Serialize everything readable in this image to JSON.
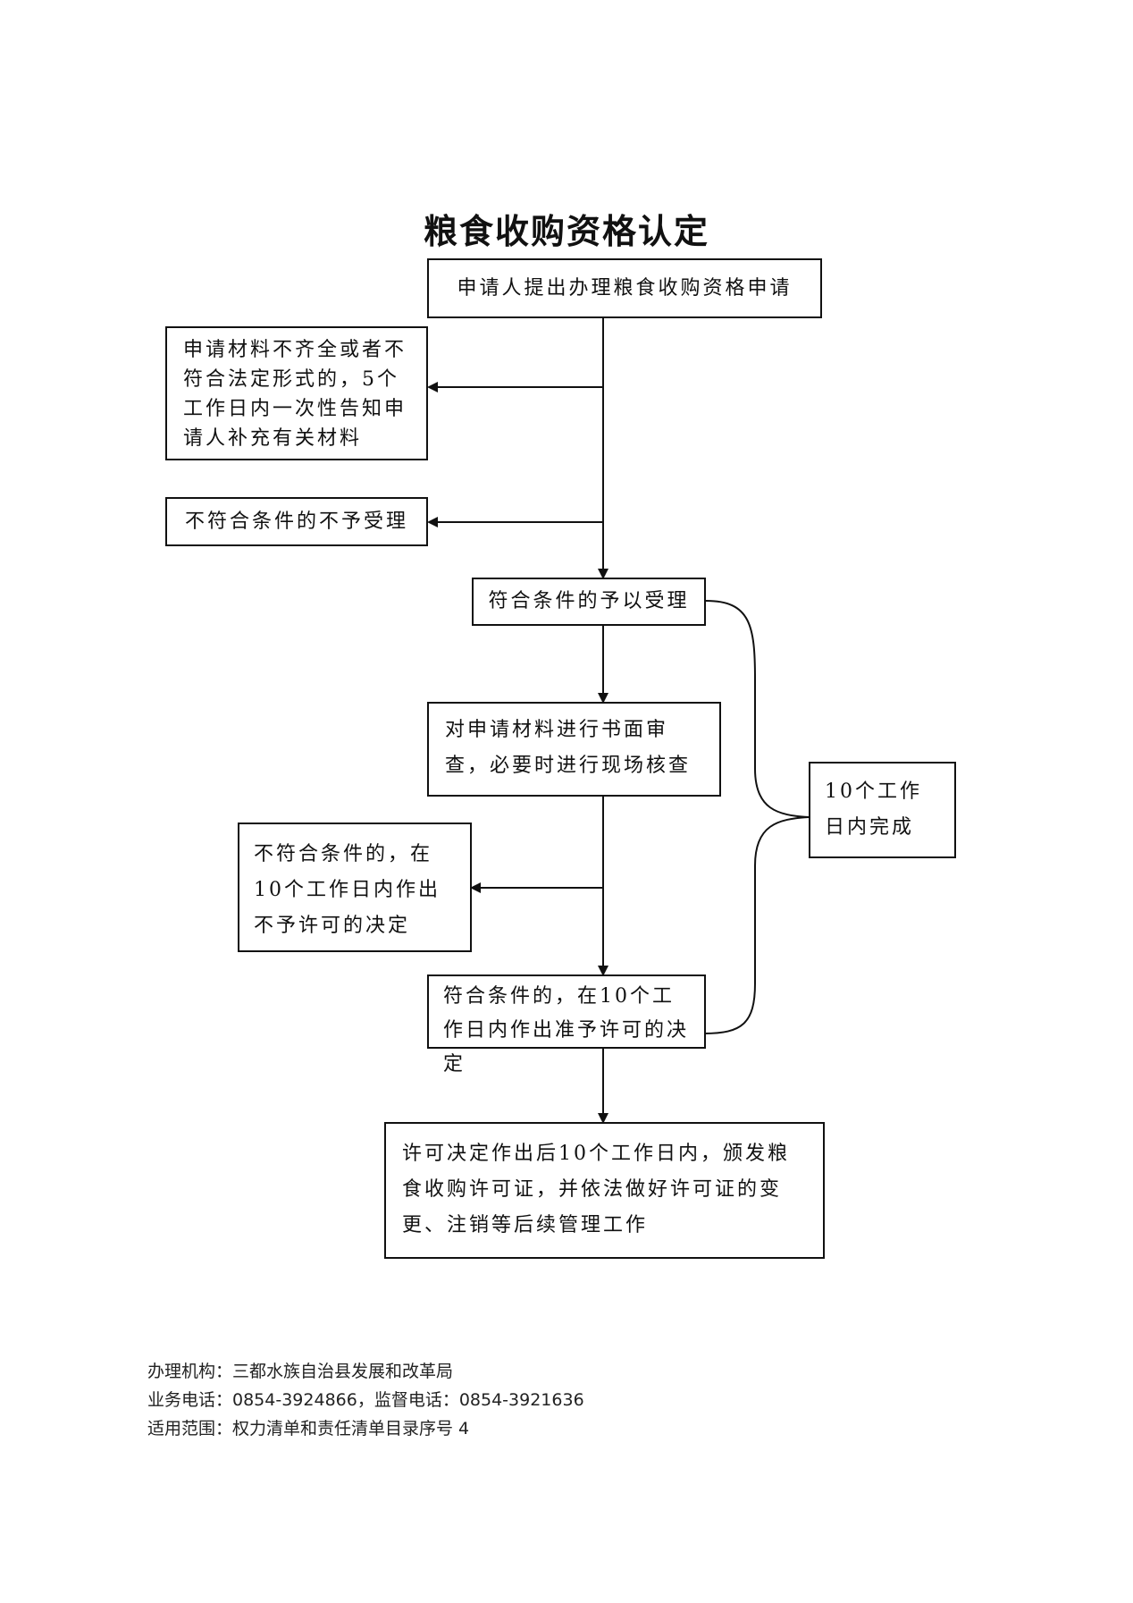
{
  "title": "粮食收购资格认定",
  "nodes": {
    "apply": "申请人提出办理粮食收购资格申请",
    "incomplete": "申请材料不齐全或者不符合法定形式的，5个工作日内一次性告知申请人补充有关材料",
    "reject": "不符合条件的不予受理",
    "accept": "符合条件的予以受理",
    "review": "对申请材料进行书面审查，必要时进行现场核查",
    "deny": "不符合条件的，在10个工作日内作出不予许可的决定",
    "grant": "符合条件的，在10个工作日内作出准予许可的决定",
    "issue": "许可决定作出后10个工作日内，颁发粮食收购许可证，并依法做好许可证的变更、注销等后续管理工作",
    "deadline": "10个工作日内完成"
  },
  "footer": {
    "agency": "办理机构：三都水族自治县发展和改革局",
    "phones": "业务电话：0854-3924866，监督电话：0854-3921636",
    "scope": "适用范围：权力清单和责任清单目录序号 4"
  }
}
